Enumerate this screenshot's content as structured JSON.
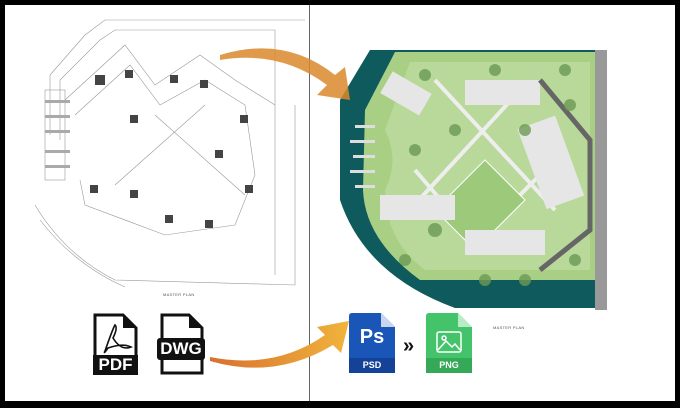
{
  "left_panel": {
    "plan_label": "MASTER PLAN",
    "style": "line drawing"
  },
  "right_panel": {
    "plan_label": "MASTER PLAN",
    "style": "rendered color plan"
  },
  "inputs": [
    {
      "name": "pdf-file",
      "label": "PDF",
      "icon": "pdf-file-icon"
    },
    {
      "name": "dwg-file",
      "label": "DWG",
      "icon": "dwg-file-icon"
    }
  ],
  "outputs": [
    {
      "name": "psd-file",
      "badge": "Ps",
      "label": "PSD",
      "color": "#1a56b8",
      "icon": "psd-file-icon"
    },
    {
      "name": "png-file",
      "label": "PNG",
      "color": "#43c46a",
      "icon": "png-file-icon"
    }
  ],
  "separator": "»",
  "colors": {
    "water": "#0e5a5c",
    "grass": "#a9cf85",
    "arrow": "#e89a3a",
    "frame": "#000000"
  }
}
